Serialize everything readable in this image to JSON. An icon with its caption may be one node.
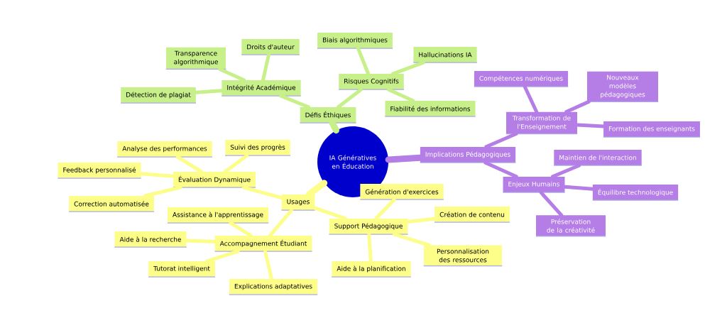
{
  "diagram": {
    "nodes": [
      {
        "text": [
          "IA Génératives en Éducation"
        ]
      },
      {
        "text": [
          "Défis Éthiques"
        ]
      },
      {
        "text": [
          "Intégrité Académique"
        ]
      },
      {
        "text": [
          "Transparence algorithmique"
        ]
      },
      {
        "text": [
          "Droits d'auteur"
        ]
      },
      {
        "text": [
          "Détection de plagiat"
        ]
      },
      {
        "text": [
          "Risques Cognitifs"
        ]
      },
      {
        "text": [
          "Biais algorithmiques"
        ]
      },
      {
        "text": [
          "Hallucinations IA"
        ]
      },
      {
        "text": [
          "Fiabilité des informations"
        ]
      },
      {
        "text": [
          "Implications Pédagogiques"
        ]
      },
      {
        "text": [
          "Transformation de l'Enseignement"
        ]
      },
      {
        "text": [
          "Compétences numériques"
        ]
      },
      {
        "text": [
          "Nouveaux modèles pédagogiques"
        ]
      },
      {
        "text": [
          "Formation des enseignants"
        ]
      },
      {
        "text": [
          "Enjeux Humains"
        ]
      },
      {
        "text": [
          "Maintien de l'interaction"
        ]
      },
      {
        "text": [
          "Équilibre technologique"
        ]
      },
      {
        "text": [
          "Préservation de la créativité"
        ]
      },
      {
        "text": [
          "Usages"
        ]
      },
      {
        "text": [
          "Évaluation Dynamique"
        ]
      },
      {
        "text": [
          "Analyse des performances"
        ]
      },
      {
        "text": [
          "Suivi des progrès"
        ]
      },
      {
        "text": [
          "Feedback personnalisé"
        ]
      },
      {
        "text": [
          "Correction automatisée"
        ]
      },
      {
        "text": [
          "Accompagnement Étudiant"
        ]
      },
      {
        "text": [
          "Assistance à l'apprentissage"
        ]
      },
      {
        "text": [
          "Aide à la recherche"
        ]
      },
      {
        "text": [
          "Tutorat intelligent"
        ]
      },
      {
        "text": [
          "Explications adaptatives"
        ]
      },
      {
        "text": [
          "Support Pédagogique"
        ]
      },
      {
        "text": [
          "Génération d'exercices"
        ]
      },
      {
        "text": [
          "Création de contenu"
        ]
      },
      {
        "text": [
          "Personnalisation des ressources"
        ]
      },
      {
        "text": [
          "Aide à la planification"
        ]
      }
    ],
    "edges": [
      {
        "from": 0,
        "to": 1,
        "arrow": "none",
        "style": "thick",
        "color": "#c8f08a"
      },
      {
        "from": 1,
        "to": 2,
        "arrow": "none",
        "color": "#c8f08a"
      },
      {
        "from": 2,
        "to": 3,
        "arrow": "none",
        "color": "#c8f08a"
      },
      {
        "from": 2,
        "to": 4,
        "arrow": "none",
        "color": "#c8f08a"
      },
      {
        "from": 2,
        "to": 5,
        "arrow": "none",
        "color": "#c8f08a"
      },
      {
        "from": 1,
        "to": 6,
        "arrow": "none",
        "color": "#c8f08a"
      },
      {
        "from": 6,
        "to": 7,
        "arrow": "none",
        "color": "#c8f08a"
      },
      {
        "from": 6,
        "to": 8,
        "arrow": "none",
        "color": "#c8f08a"
      },
      {
        "from": 6,
        "to": 9,
        "arrow": "none",
        "color": "#c8f08a"
      },
      {
        "from": 0,
        "to": 10,
        "arrow": "none",
        "style": "thick",
        "color": "#b57ee6"
      },
      {
        "from": 10,
        "to": 11,
        "arrow": "none",
        "color": "#b57ee6"
      },
      {
        "from": 11,
        "to": 12,
        "arrow": "none",
        "color": "#b57ee6"
      },
      {
        "from": 11,
        "to": 13,
        "arrow": "none",
        "color": "#b57ee6"
      },
      {
        "from": 11,
        "to": 14,
        "arrow": "none",
        "color": "#b57ee6"
      },
      {
        "from": 10,
        "to": 15,
        "arrow": "none",
        "color": "#b57ee6"
      },
      {
        "from": 15,
        "to": 16,
        "arrow": "none",
        "color": "#b57ee6"
      },
      {
        "from": 15,
        "to": 17,
        "arrow": "none",
        "color": "#b57ee6"
      },
      {
        "from": 15,
        "to": 18,
        "arrow": "none",
        "color": "#b57ee6"
      },
      {
        "from": 0,
        "to": 19,
        "arrow": "none",
        "style": "thick"
      },
      {
        "from": 19,
        "to": 20,
        "arrow": "none"
      },
      {
        "from": 20,
        "to": 21,
        "arrow": "none"
      },
      {
        "from": 20,
        "to": 22,
        "arrow": "none"
      },
      {
        "from": 20,
        "to": 23,
        "arrow": "none"
      },
      {
        "from": 20,
        "to": 24,
        "arrow": "none"
      },
      {
        "from": 19,
        "to": 25,
        "arrow": "none"
      },
      {
        "from": 25,
        "to": 26,
        "arrow": "none"
      },
      {
        "from": 25,
        "to": 27,
        "arrow": "none"
      },
      {
        "from": 25,
        "to": 28,
        "arrow": "none"
      },
      {
        "from": 25,
        "to": 29,
        "arrow": "none"
      },
      {
        "from": 19,
        "to": 30,
        "arrow": "none"
      },
      {
        "from": 30,
        "to": 31,
        "arrow": "none"
      },
      {
        "from": 30,
        "to": 32,
        "arrow": "none"
      },
      {
        "from": 30,
        "to": 33,
        "arrow": "none"
      },
      {
        "from": 30,
        "to": 34,
        "arrow": "none"
      }
    ]
  }
}
